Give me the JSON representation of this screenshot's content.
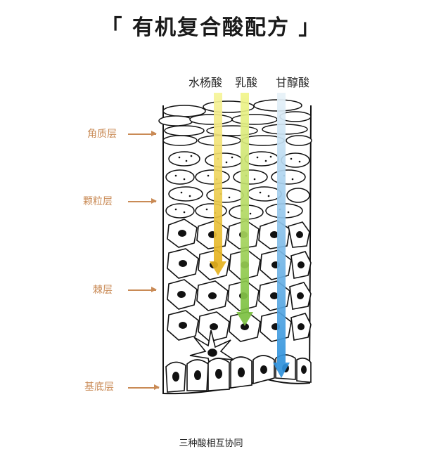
{
  "title": "「 有机复合酸配方 」",
  "acids": [
    {
      "label": "水杨酸",
      "color": "#e9ea3a"
    },
    {
      "label": "乳酸",
      "color": "#93d04a"
    },
    {
      "label": "甘醇酸",
      "color": "#3f9ee0"
    }
  ],
  "layers": [
    {
      "label": "角质层"
    },
    {
      "label": "颗粒层"
    },
    {
      "label": "棘层"
    },
    {
      "label": "基底层"
    }
  ],
  "caption": "三种酸相互协同"
}
